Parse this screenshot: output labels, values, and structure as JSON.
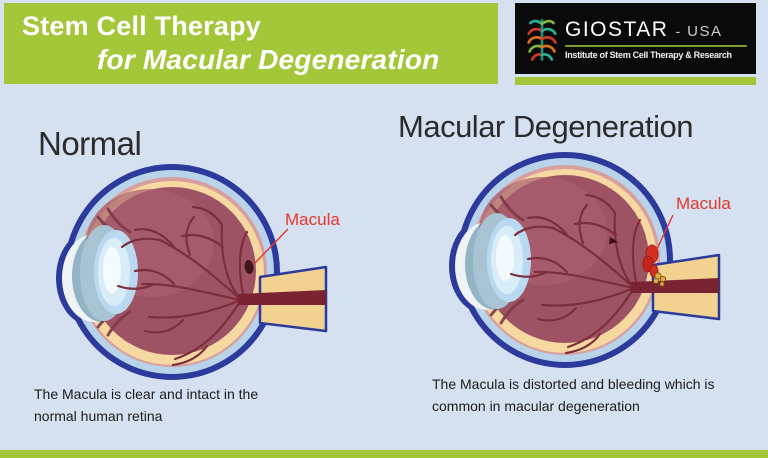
{
  "header": {
    "title": {
      "line1": "Stem Cell Therapy",
      "line2": "for Macular Degeneration"
    },
    "logo": {
      "brand": "GIOSTAR",
      "separator": "-",
      "region": "USA",
      "tagline": "Institute of Stem Cell Therapy & Research",
      "icon": "stem-cell-tree-icon"
    }
  },
  "panels": {
    "normal": {
      "heading": "Normal",
      "macula_label": "Macula",
      "caption_line1": "The Macula is clear and intact in the",
      "caption_line2": "normal human retina"
    },
    "degeneration": {
      "heading": "Macular Degeneration",
      "macula_label": "Macula",
      "caption_line1": "The Macula is distorted and bleeding which is",
      "caption_line2": "common in macular degeneration"
    }
  },
  "colors": {
    "header_green": "#a4c639",
    "background_blue": "#d5e0f0",
    "logo_background": "#0a0a0a",
    "logo_divider_green": "#7e9c2e",
    "macula_label_red": "#e2372b",
    "eye_outline_navy": "#2c3a9c",
    "eye_sclera_blue": "#b9d3ea",
    "eye_choroid_cream": "#f5d9a0",
    "eye_interior_maroon": "#9e5365",
    "vessel_red": "#7d2e3d",
    "bleeding_red": "#d42f22",
    "drusen_yellow": "#dfa93f",
    "heading_text": "#2b2b2b"
  }
}
